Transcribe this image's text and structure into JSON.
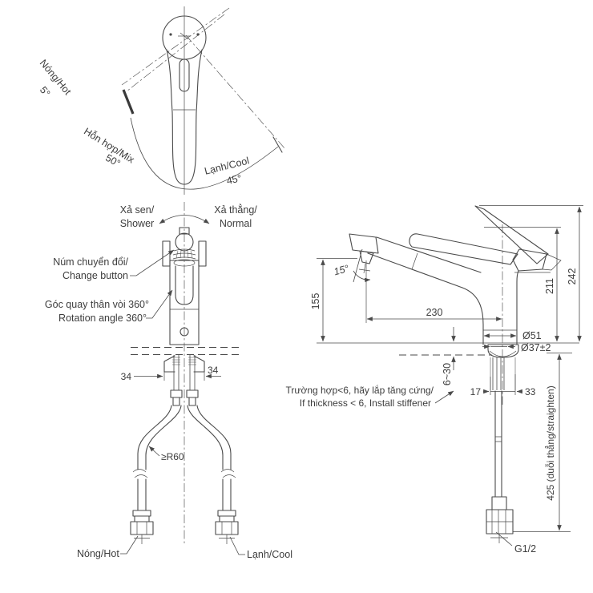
{
  "colors": {
    "line": "#4a4a4a",
    "text": "#3d3d3d",
    "background": "#ffffff"
  },
  "top_view": {
    "hot_label": "Nóng/Hot",
    "hot_angle": "5°",
    "mix_label": "Hỗn hợp/Mix",
    "mix_angle": "50°",
    "cool_label": "Lạnh/Cool",
    "cool_angle": "45°"
  },
  "front_view": {
    "shower_vi": "Xả sen/",
    "shower_en": "Shower",
    "normal_vi": "Xả thẳng/",
    "normal_en": "Normal",
    "change_button_vi": "Núm chuyển đổi/",
    "change_button_en": "Change button",
    "rotation_vi": "Góc quay thân vòi 360°",
    "rotation_en": "Rotation angle 360°",
    "dim_left_34": "34",
    "dim_right_34": "34",
    "hose_radius": "≥R60",
    "hot_connector": "Nóng/Hot",
    "cool_connector": "Lạnh/Cool"
  },
  "side_view": {
    "dim_155": "155",
    "angle_15": "15°",
    "dim_230": "230",
    "dim_211": "211",
    "dim_242": "242",
    "dia_51": "Ø51",
    "dia_37": "Ø37±2",
    "deck_range": "6~30",
    "stiffener_vi": "Trường hợp<6, hãy lắp tăng cứng/",
    "stiffener_en": "If thickness < 6, Install stiffener",
    "dim_17": "17",
    "dim_33": "33",
    "hose_length": "425 (duỗi thẳng/straighten)",
    "thread_size": "G1/2"
  }
}
